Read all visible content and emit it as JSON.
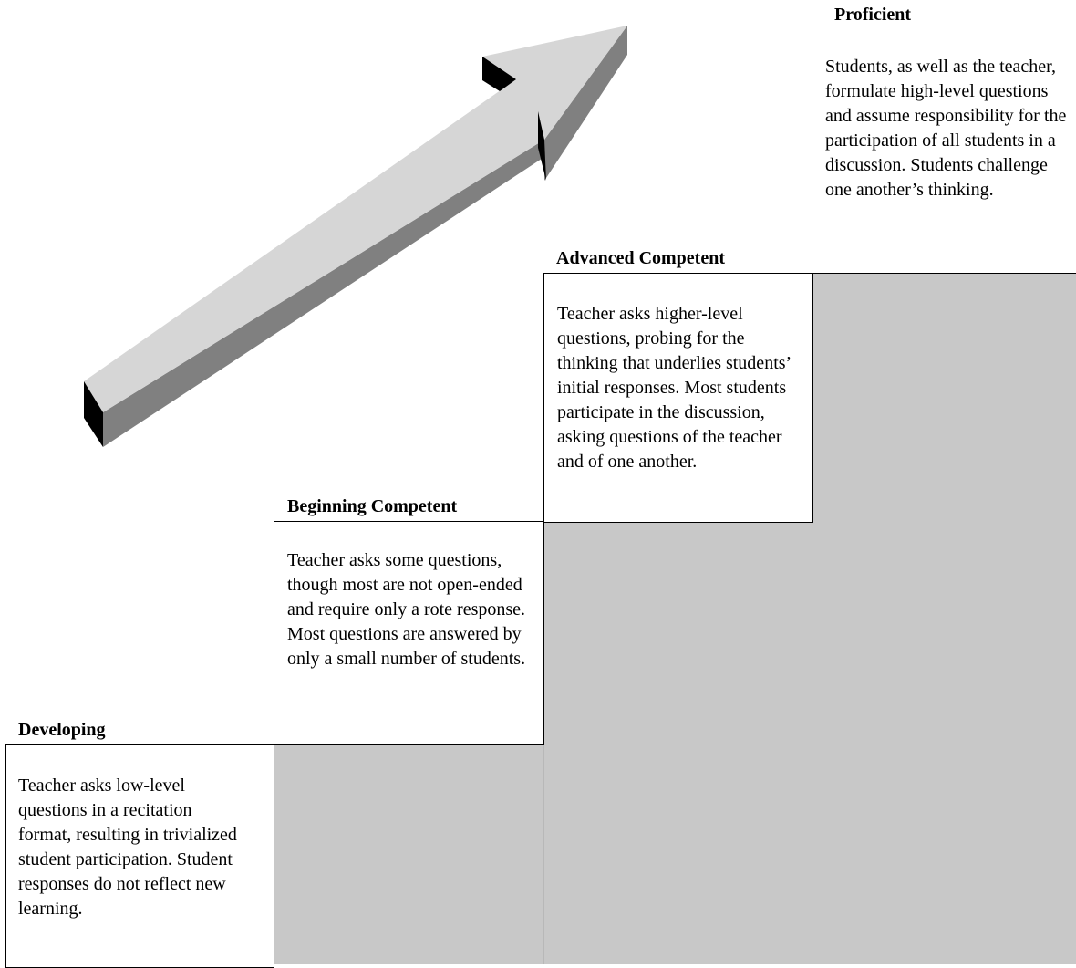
{
  "steps": [
    {
      "id": "developing",
      "title": "Developing",
      "description": "Teacher asks low-level questions in a recitation format, resulting in trivialized student participation. Student responses do not reflect new learning."
    },
    {
      "id": "beginning-competent",
      "title": "Beginning Competent",
      "description": "Teacher asks some questions, though most are not open-ended and require only a rote response. Most questions are answered by only a small number of students."
    },
    {
      "id": "advanced-competent",
      "title": "Advanced Competent",
      "description": "Teacher asks higher-level questions, probing for the thinking that underlies students’ initial responses. Most students participate in the discussion, asking questions of the teacher and of one another."
    },
    {
      "id": "proficient",
      "title": "Proficient",
      "description": "Students, as well as the teacher, formulate high-level questions and assume responsibility for the participation of all students in a discussion. Students challenge one another’s thinking."
    }
  ],
  "colors": {
    "step_fill": "#c8c8c8",
    "arrow_top": "#d6d6d6",
    "arrow_side": "#808080",
    "arrow_end": "#000000"
  },
  "icons": {
    "arrow": "rising-3d-arrow-icon"
  }
}
